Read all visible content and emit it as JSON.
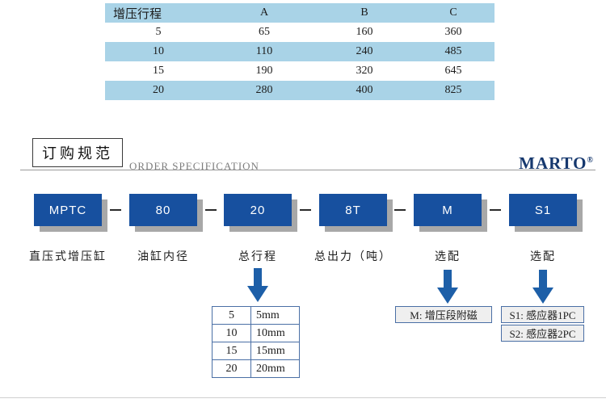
{
  "brand": {
    "name": "MARTO",
    "mark": "®"
  },
  "spec_table": {
    "headers": [
      "增压行程",
      "A",
      "B",
      "C"
    ],
    "rows": [
      [
        "5",
        "65",
        "160",
        "360"
      ],
      [
        "10",
        "110",
        "240",
        "485"
      ],
      [
        "15",
        "190",
        "320",
        "645"
      ],
      [
        "20",
        "280",
        "400",
        "825"
      ]
    ]
  },
  "section": {
    "title_zh": "订购规范",
    "title_en": "ORDER SPECIFICATION"
  },
  "order_code": {
    "segments": [
      {
        "code": "MPTC",
        "label": "直压式增压缸"
      },
      {
        "code": "80",
        "label": "油缸内径"
      },
      {
        "code": "20",
        "label": "总行程"
      },
      {
        "code": "8T",
        "label": "总出力（吨）"
      },
      {
        "code": "M",
        "label": "选配"
      },
      {
        "code": "S1",
        "label": "选配"
      }
    ]
  },
  "stroke_table": {
    "rows": [
      [
        "5",
        "5mm"
      ],
      [
        "10",
        "10mm"
      ],
      [
        "15",
        "15mm"
      ],
      [
        "20",
        "20mm"
      ]
    ]
  },
  "options": {
    "magnet": "M: 增压段附磁",
    "sensors": [
      "S1: 感应器1PC",
      "S2: 感应器2PC"
    ]
  },
  "colors": {
    "table_stripe": "#a9d3e7",
    "code_box_blue": "#17509f",
    "box_shadow_gray": "#a8a8a8",
    "arrow_blue": "#1d5fa8",
    "option_border": "#4a6fa5",
    "brand_navy": "#16386e"
  }
}
